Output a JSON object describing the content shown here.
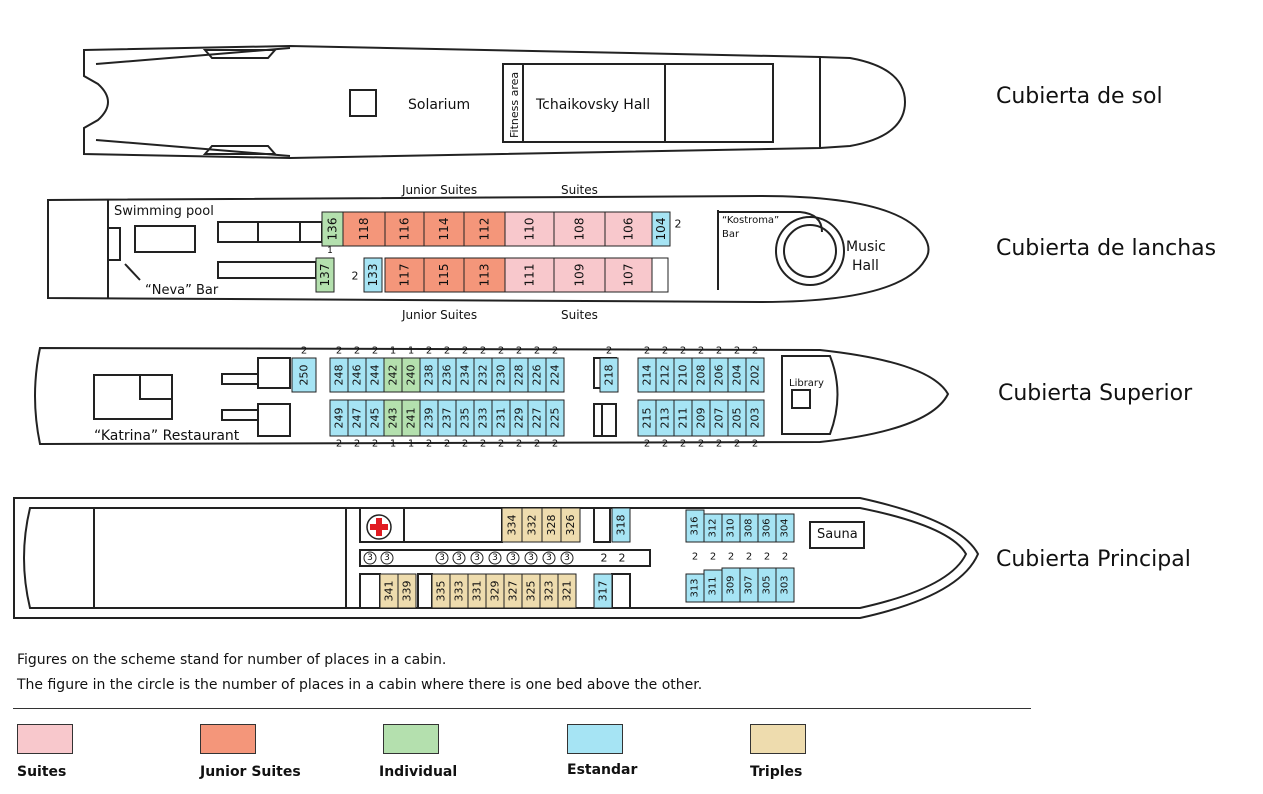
{
  "colors": {
    "suite": "#f8c8cc",
    "junior": "#f4967a",
    "individual": "#b4e0ae",
    "estandar": "#a6e4f4",
    "triples": "#eedcae",
    "outline": "#222222",
    "cross": "#e11b22"
  },
  "decks": {
    "sol": {
      "title": "Cubierta de sol",
      "solarium": "Solarium",
      "fitness": "Fitness area",
      "hall": "Tchaikovsky Hall"
    },
    "lanchas": {
      "title": "Cubierta de lanchas",
      "pool": "Swimming pool",
      "neva_bar": "“Neva” Bar",
      "kostroma_bar_1": "“Kostroma”",
      "kostroma_bar_2": "Bar",
      "music_hall_1": "Music",
      "music_hall_2": "Hall",
      "label_top_junior": "Junior Suites",
      "label_top_suites": "Suites",
      "label_bottom_junior": "Junior Suites",
      "label_bottom_suites": "Suites",
      "top_row": [
        {
          "num": "136",
          "type": "individual"
        },
        {
          "num": "118",
          "type": "junior"
        },
        {
          "num": "116",
          "type": "junior"
        },
        {
          "num": "114",
          "type": "junior"
        },
        {
          "num": "112",
          "type": "junior"
        },
        {
          "num": "110",
          "type": "suite"
        },
        {
          "num": "108",
          "type": "suite"
        },
        {
          "num": "106",
          "type": "suite"
        },
        {
          "num": "104",
          "type": "estandar",
          "places": "2"
        }
      ],
      "bottom_row": [
        {
          "num": "137",
          "type": "individual",
          "places": "1"
        },
        {
          "num": "133",
          "type": "estandar",
          "places": "2"
        },
        {
          "num": "117",
          "type": "junior"
        },
        {
          "num": "115",
          "type": "junior"
        },
        {
          "num": "113",
          "type": "junior"
        },
        {
          "num": "111",
          "type": "suite"
        },
        {
          "num": "109",
          "type": "suite"
        },
        {
          "num": "107",
          "type": "suite"
        }
      ]
    },
    "superior": {
      "title": "Cubierta Superior",
      "restaurant": "“Katrina” Restaurant",
      "library": "Library",
      "top_row": [
        {
          "num": "250",
          "type": "estandar",
          "places": "2"
        },
        {
          "num": "248",
          "type": "estandar",
          "places": "2"
        },
        {
          "num": "246",
          "type": "estandar",
          "places": "2"
        },
        {
          "num": "244",
          "type": "estandar",
          "places": "2"
        },
        {
          "num": "242",
          "type": "individual",
          "places": "1"
        },
        {
          "num": "240",
          "type": "individual",
          "places": "1"
        },
        {
          "num": "238",
          "type": "estandar",
          "places": "2"
        },
        {
          "num": "236",
          "type": "estandar",
          "places": "2"
        },
        {
          "num": "234",
          "type": "estandar",
          "places": "2"
        },
        {
          "num": "232",
          "type": "estandar",
          "places": "2"
        },
        {
          "num": "230",
          "type": "estandar",
          "places": "2"
        },
        {
          "num": "228",
          "type": "estandar",
          "places": "2"
        },
        {
          "num": "226",
          "type": "estandar",
          "places": "2"
        },
        {
          "num": "224",
          "type": "estandar",
          "places": "2"
        },
        {
          "num": "218",
          "type": "estandar",
          "places": "2"
        },
        {
          "num": "214",
          "type": "estandar",
          "places": "2"
        },
        {
          "num": "212",
          "type": "estandar",
          "places": "2"
        },
        {
          "num": "210",
          "type": "estandar",
          "places": "2"
        },
        {
          "num": "208",
          "type": "estandar",
          "places": "2"
        },
        {
          "num": "206",
          "type": "estandar",
          "places": "2"
        },
        {
          "num": "204",
          "type": "estandar",
          "places": "2"
        },
        {
          "num": "202",
          "type": "estandar",
          "places": "2"
        }
      ],
      "bottom_row": [
        {
          "num": "249",
          "type": "estandar",
          "places": "2"
        },
        {
          "num": "247",
          "type": "estandar",
          "places": "2"
        },
        {
          "num": "245",
          "type": "estandar",
          "places": "2"
        },
        {
          "num": "243",
          "type": "individual",
          "places": "1"
        },
        {
          "num": "241",
          "type": "individual",
          "places": "1"
        },
        {
          "num": "239",
          "type": "estandar",
          "places": "2"
        },
        {
          "num": "237",
          "type": "estandar",
          "places": "2"
        },
        {
          "num": "235",
          "type": "estandar",
          "places": "2"
        },
        {
          "num": "233",
          "type": "estandar",
          "places": "2"
        },
        {
          "num": "231",
          "type": "estandar",
          "places": "2"
        },
        {
          "num": "229",
          "type": "estandar",
          "places": "2"
        },
        {
          "num": "227",
          "type": "estandar",
          "places": "2"
        },
        {
          "num": "225",
          "type": "estandar",
          "places": "2"
        },
        {
          "num": "215",
          "type": "estandar",
          "places": "2"
        },
        {
          "num": "213",
          "type": "estandar",
          "places": "2"
        },
        {
          "num": "211",
          "type": "estandar",
          "places": "2"
        },
        {
          "num": "209",
          "type": "estandar",
          "places": "2"
        },
        {
          "num": "207",
          "type": "estandar",
          "places": "2"
        },
        {
          "num": "205",
          "type": "estandar",
          "places": "2"
        },
        {
          "num": "203",
          "type": "estandar",
          "places": "2"
        }
      ]
    },
    "principal": {
      "title": "Cubierta Principal",
      "sauna": "Sauna",
      "medical_icon": "red-cross-icon",
      "top_row": [
        {
          "num": "334",
          "type": "triples"
        },
        {
          "num": "332",
          "type": "triples"
        },
        {
          "num": "328",
          "type": "triples"
        },
        {
          "num": "326",
          "type": "triples"
        },
        {
          "num": "318",
          "type": "estandar"
        }
      ],
      "middle_circles": [
        "3",
        "3",
        "3",
        "3",
        "3",
        "3",
        "3",
        "3",
        "3",
        "3"
      ],
      "middle_twos": [
        "2",
        "2"
      ],
      "bottom_row": [
        {
          "num": "341",
          "type": "triples"
        },
        {
          "num": "339",
          "type": "triples"
        },
        {
          "num": "335",
          "type": "triples"
        },
        {
          "num": "333",
          "type": "triples"
        },
        {
          "num": "331",
          "type": "triples"
        },
        {
          "num": "329",
          "type": "triples"
        },
        {
          "num": "327",
          "type": "triples"
        },
        {
          "num": "325",
          "type": "triples"
        },
        {
          "num": "323",
          "type": "triples"
        },
        {
          "num": "321",
          "type": "triples"
        },
        {
          "num": "317",
          "type": "estandar"
        }
      ],
      "bow_top": [
        {
          "num": "316",
          "type": "estandar",
          "places": "2"
        },
        {
          "num": "312",
          "type": "estandar",
          "places": "2"
        },
        {
          "num": "310",
          "type": "estandar",
          "places": "2"
        },
        {
          "num": "308",
          "type": "estandar",
          "places": "2"
        },
        {
          "num": "306",
          "type": "estandar",
          "places": "2"
        },
        {
          "num": "304",
          "type": "estandar",
          "places": "2"
        }
      ],
      "bow_bottom": [
        {
          "num": "313",
          "type": "estandar",
          "places": "2"
        },
        {
          "num": "311",
          "type": "estandar",
          "places": "2"
        },
        {
          "num": "309",
          "type": "estandar",
          "places": "2"
        },
        {
          "num": "307",
          "type": "estandar",
          "places": "2"
        },
        {
          "num": "305",
          "type": "estandar",
          "places": "2"
        },
        {
          "num": "303",
          "type": "estandar",
          "places": "2"
        }
      ]
    }
  },
  "notes": {
    "line1": "Figures on the scheme stand for number of places in a cabin.",
    "line2": "The figure in the circle is the number of places in a cabin where there is one bed above the other."
  },
  "legend": {
    "suites": "Suites",
    "junior": "Junior Suites",
    "individual": "Individual",
    "estandar": "Estandar",
    "triples": "Triples"
  }
}
